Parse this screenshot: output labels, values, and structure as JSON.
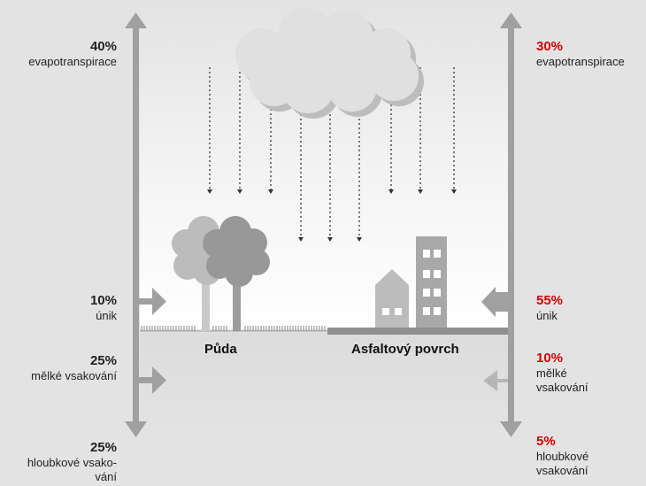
{
  "left": {
    "evapo": {
      "pct": "40%",
      "text": "evapotranspirace"
    },
    "runoff": {
      "pct": "10%",
      "text": "únik"
    },
    "shallow": {
      "pct": "25%",
      "text": "mělké vsakování"
    },
    "deep": {
      "pct": "25%",
      "line1": "hloubkové vsako-",
      "line2": "vání"
    }
  },
  "right": {
    "evapo": {
      "pct": "30%",
      "text": "evapotranspirace"
    },
    "runoff": {
      "pct": "55%",
      "text": "únik"
    },
    "shallow": {
      "pct": "10%",
      "line1": "mělké",
      "line2": "vsakování"
    },
    "deep": {
      "pct": "5%",
      "line1": "hloubkové",
      "line2": "vsakování"
    }
  },
  "ground": {
    "soil": "Půda",
    "asphalt": "Asfaltový povrch"
  },
  "colors": {
    "accent_red": "#d40000",
    "arrow_gray": "#a0a0a0",
    "background": "#e3e3e3"
  }
}
